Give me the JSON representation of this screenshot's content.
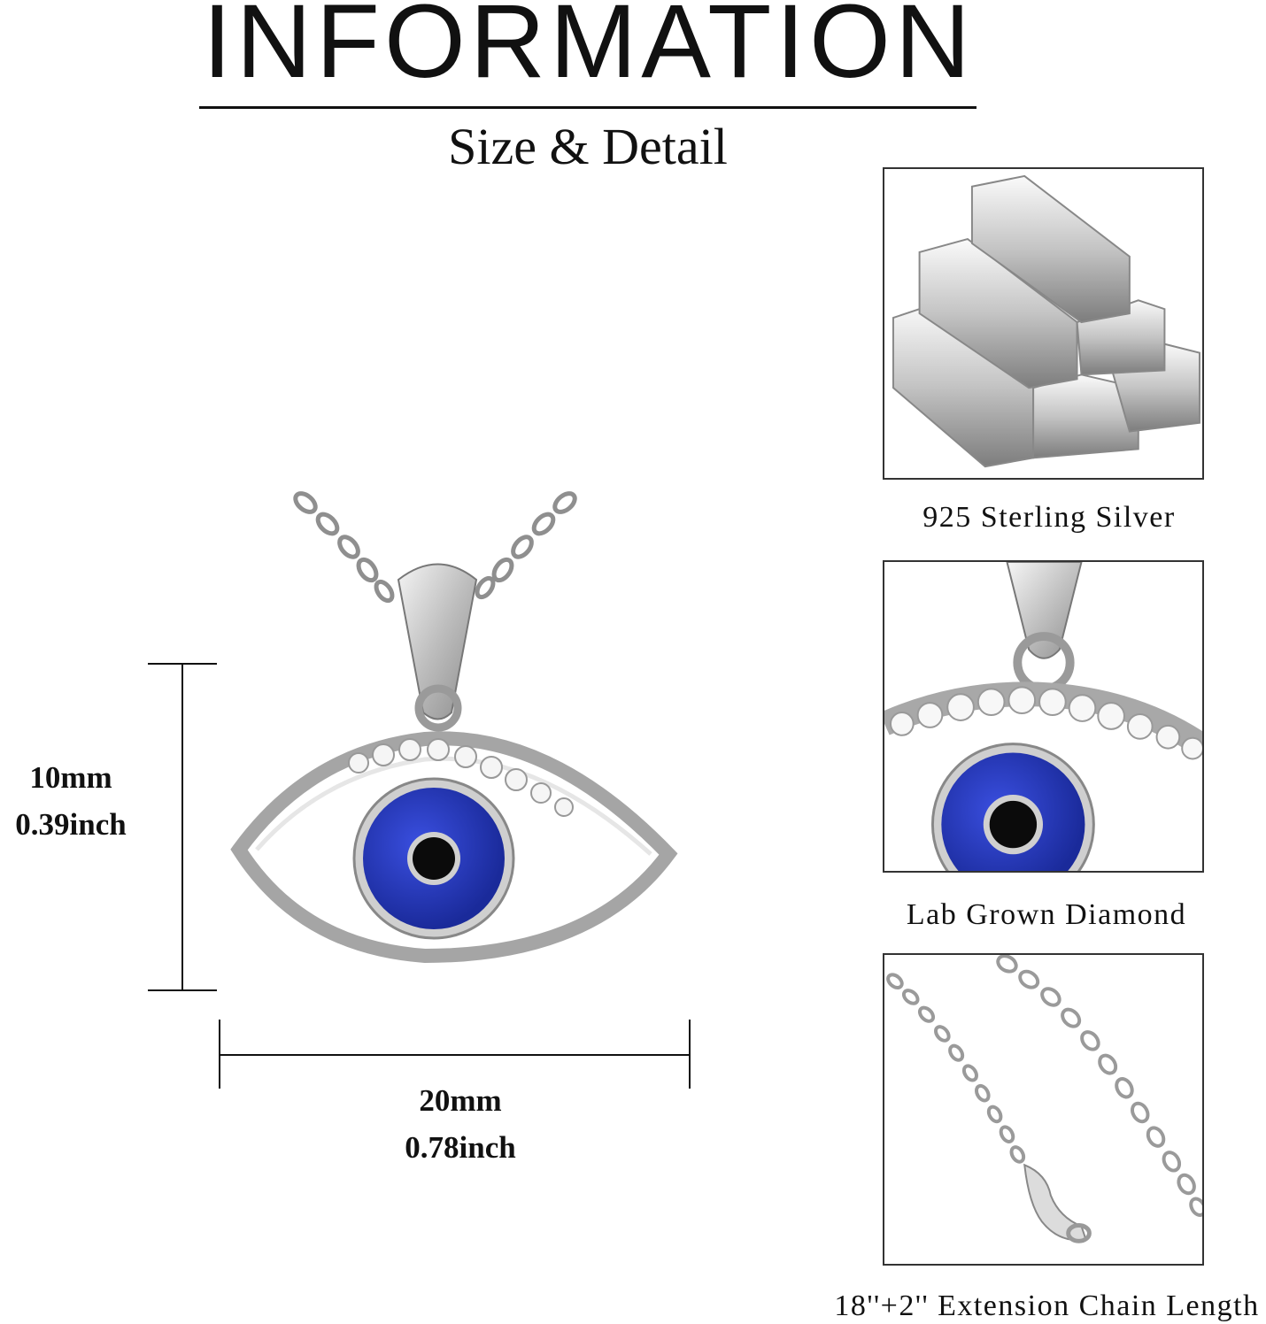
{
  "header": {
    "title": "INFORMATION",
    "subtitle": "Size & Detail"
  },
  "dimensions": {
    "height_mm": "10mm",
    "height_inch": "0.39inch",
    "width_mm": "20mm",
    "width_inch": "0.78inch"
  },
  "details": [
    {
      "caption": "925 Sterling Silver",
      "icon": "silver-bars-image"
    },
    {
      "caption": "Lab Grown Diamond",
      "icon": "diamond-closeup-image"
    },
    {
      "caption": "18''+2'' Extension Chain Length",
      "icon": "chain-image"
    }
  ],
  "colors": {
    "enamel_blue": "#1f2fa8",
    "silver": "#c8c8c8",
    "text": "#111111"
  }
}
